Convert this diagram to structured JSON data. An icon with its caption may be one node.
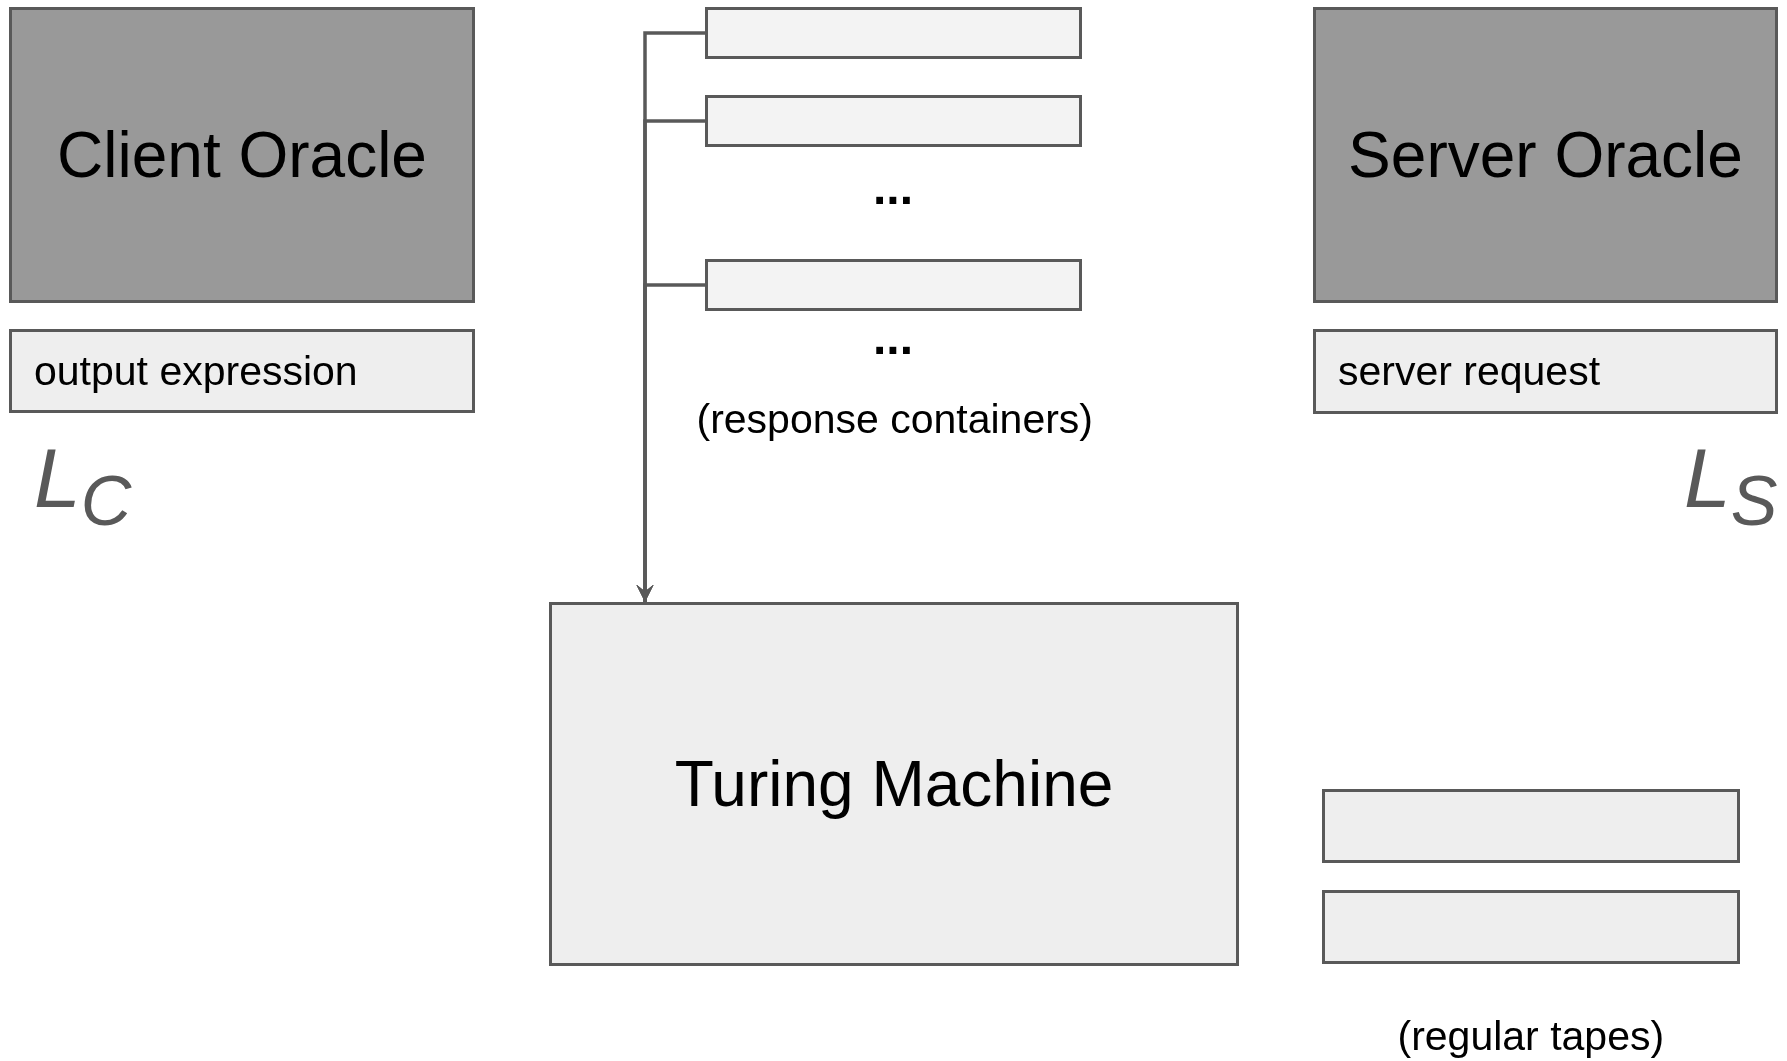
{
  "diagram": {
    "nodes": [
      {
        "text": [
          "Client Oracle"
        ]
      },
      {
        "text": [
          "output expression"
        ]
      },
      {
        "text": [
          "Server Oracle"
        ]
      },
      {
        "text": [
          "server request"
        ]
      },
      {
        "text": [],
        "shape": "box"
      },
      {
        "text": [],
        "shape": "box"
      },
      {
        "text": [],
        "shape": "box"
      },
      {
        "text": [
          "Turing Machine"
        ]
      },
      {
        "text": [],
        "shape": "box"
      },
      {
        "text": [],
        "shape": "box"
      }
    ],
    "edges": [
      {
        "from": 4,
        "to": 7,
        "arrow": "to"
      },
      {
        "from": 5,
        "to": 7,
        "arrow": "to"
      },
      {
        "from": 6,
        "to": 7,
        "arrow": "to"
      }
    ],
    "labels": [
      "L$_{C}$",
      "...",
      "...",
      "(response containers)",
      "L$_{S}$",
      "(regular tapes)"
    ]
  }
}
